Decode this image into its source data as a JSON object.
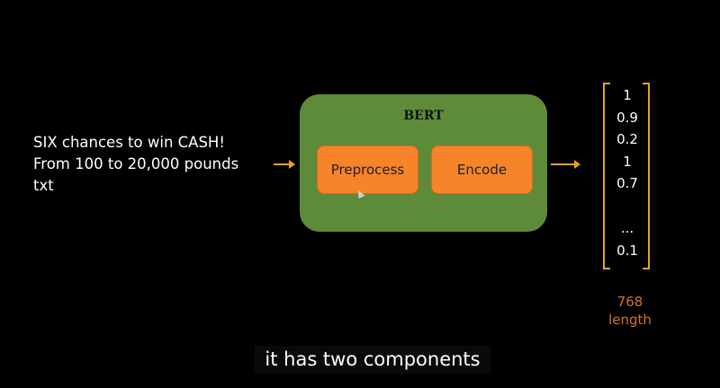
{
  "input": {
    "lines": [
      "SIX chances to win CASH!",
      "From 100 to 20,000 pounds",
      "txt"
    ]
  },
  "bert": {
    "title": "BERT",
    "components": [
      "Preprocess",
      "Encode"
    ]
  },
  "vector": {
    "values": [
      "1",
      "0.9",
      "0.2",
      "1",
      "0.7",
      "...",
      "0.1"
    ],
    "size": "768",
    "size_label": "length"
  },
  "subtitle": "it has two components",
  "colors": {
    "bert_box": "#5e8b3a",
    "component": "#f7832a",
    "arrow": "#e8a317",
    "length_label": "#d2742a"
  }
}
